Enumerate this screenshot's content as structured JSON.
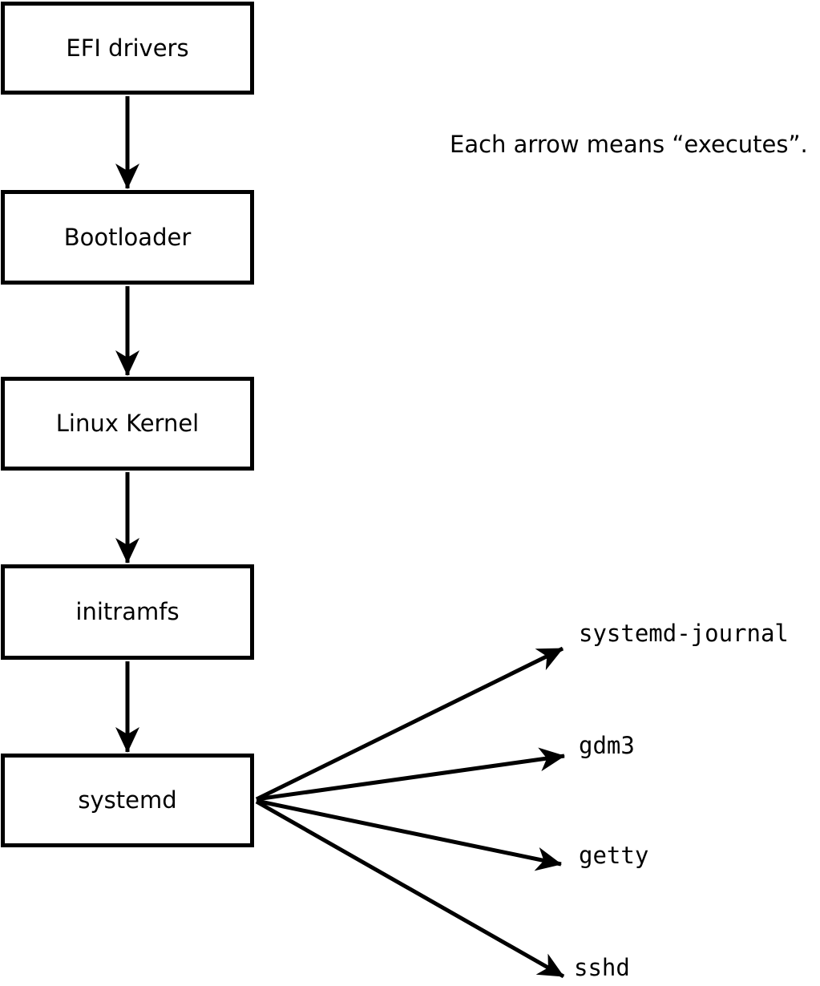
{
  "diagram": {
    "annotation": "Each arrow means “executes”.",
    "boot_chain": [
      {
        "label": "EFI drivers"
      },
      {
        "label": "Bootloader"
      },
      {
        "label": "Linux Kernel"
      },
      {
        "label": "initramfs"
      },
      {
        "label": "systemd"
      }
    ],
    "spawned_processes": [
      {
        "label": "systemd-journal"
      },
      {
        "label": "gdm3"
      },
      {
        "label": "getty"
      },
      {
        "label": "sshd"
      }
    ],
    "colors": {
      "background": "#ffffff",
      "box_fill": "#ffffff",
      "stroke": "#000000",
      "text": "#000000"
    }
  }
}
